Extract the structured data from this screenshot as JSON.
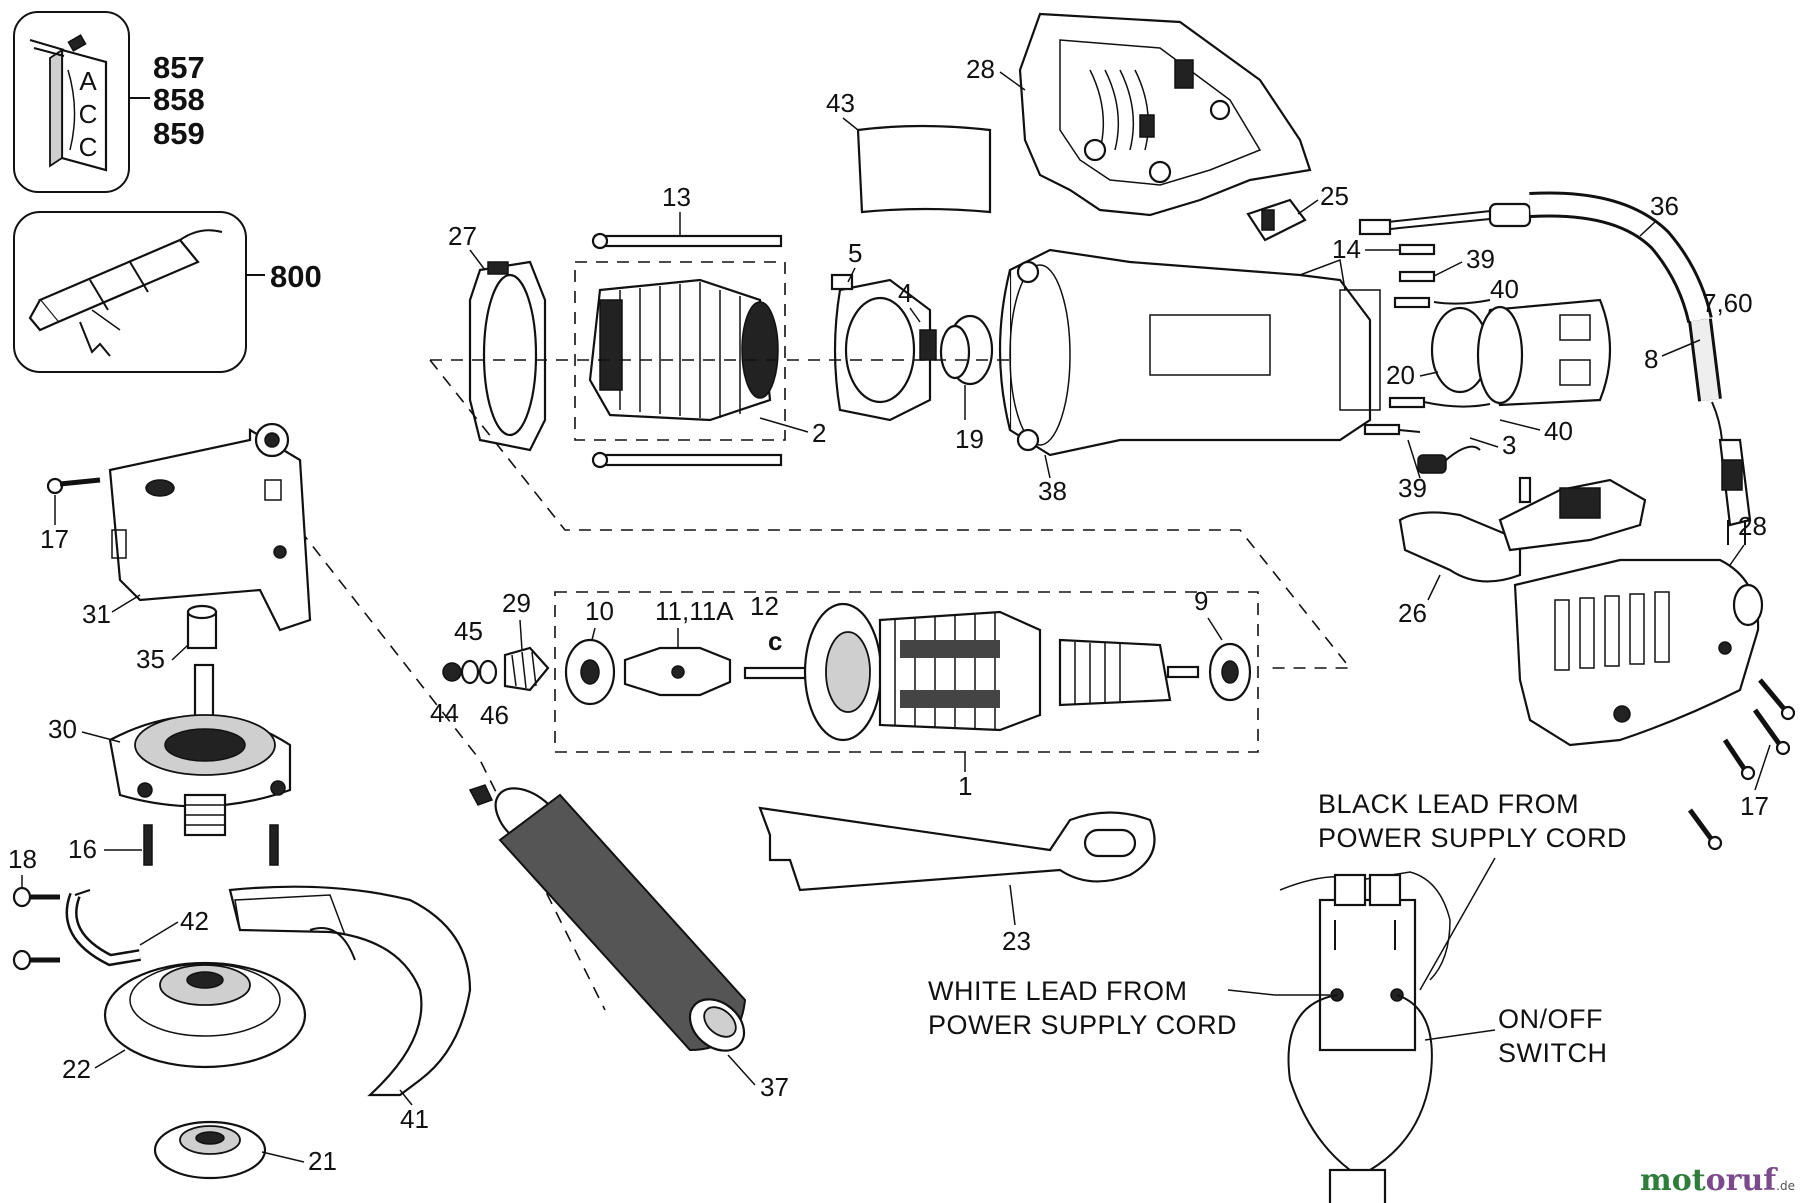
{
  "labels": {
    "p857": "857",
    "p858": "858",
    "p859": "859",
    "p800": "800",
    "p43": "43",
    "p28a": "28",
    "p13": "13",
    "p27": "27",
    "p5": "5",
    "p4": "4",
    "p25": "25",
    "p36": "36",
    "p14": "14",
    "p39a": "39",
    "p40a": "40",
    "p760": "7,60",
    "p8": "8",
    "p20": "20",
    "p40b": "40",
    "p3": "3",
    "p39b": "39",
    "p2": "2",
    "p19": "19",
    "p38": "38",
    "p17a": "17",
    "p31": "31",
    "p35": "35",
    "p30": "30",
    "p16": "16",
    "p18": "18",
    "p42": "42",
    "p22": "22",
    "p41": "41",
    "p21": "21",
    "p37": "37",
    "p45": "45",
    "p29": "29",
    "p10": "10",
    "p1111a": "11,11A",
    "p12": "12",
    "p9": "9",
    "p44": "44",
    "p46": "46",
    "p1": "1",
    "p23": "23",
    "p26": "26",
    "p28b": "28",
    "p17b": "17"
  },
  "acc_letters": [
    "A",
    "C",
    "C"
  ],
  "notes": {
    "black_lead_1": "BLACK LEAD FROM",
    "black_lead_2": "POWER SUPPLY CORD",
    "white_lead_1": "WHITE LEAD FROM",
    "white_lead_2": "POWER SUPPLY CORD",
    "switch_1": "ON/OFF",
    "switch_2": "SWITCH"
  },
  "watermark": {
    "part1": "mot",
    "part2": "oruf",
    "part3": ".de"
  }
}
